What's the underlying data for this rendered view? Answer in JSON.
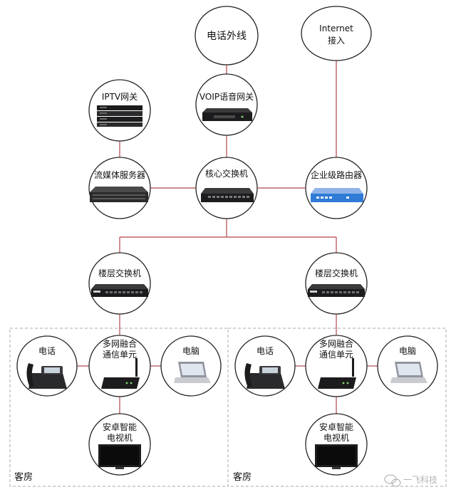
{
  "nodes": {
    "phone_line": "电话外线",
    "internet_line1": "Internet",
    "internet_line2": "接入",
    "iptv": "IPTV网关",
    "voip": "VOIP语音网关",
    "streaming": "流媒体服务器",
    "core": "核心交换机",
    "router": "企业级路由器",
    "floor_left": "楼层交换机",
    "floor_right": "楼层交换机",
    "phone_left": "电话",
    "unit_left_line1": "多网融合",
    "unit_left_line2": "通信单元",
    "pc_left": "电脑",
    "tv_left_line1": "安卓智能",
    "tv_left_line2": "电视机",
    "phone_right": "电话",
    "unit_right_line1": "多网融合",
    "unit_right_line2": "通信单元",
    "pc_right": "电脑",
    "tv_right_line1": "安卓智能",
    "tv_right_line2": "电视机"
  },
  "rooms": {
    "left": "客房",
    "right": "客房"
  },
  "watermark": "一飞科技",
  "colors": {
    "link": "#b2454a",
    "device": "#1c1c1e",
    "port": "#2f7bd6"
  }
}
